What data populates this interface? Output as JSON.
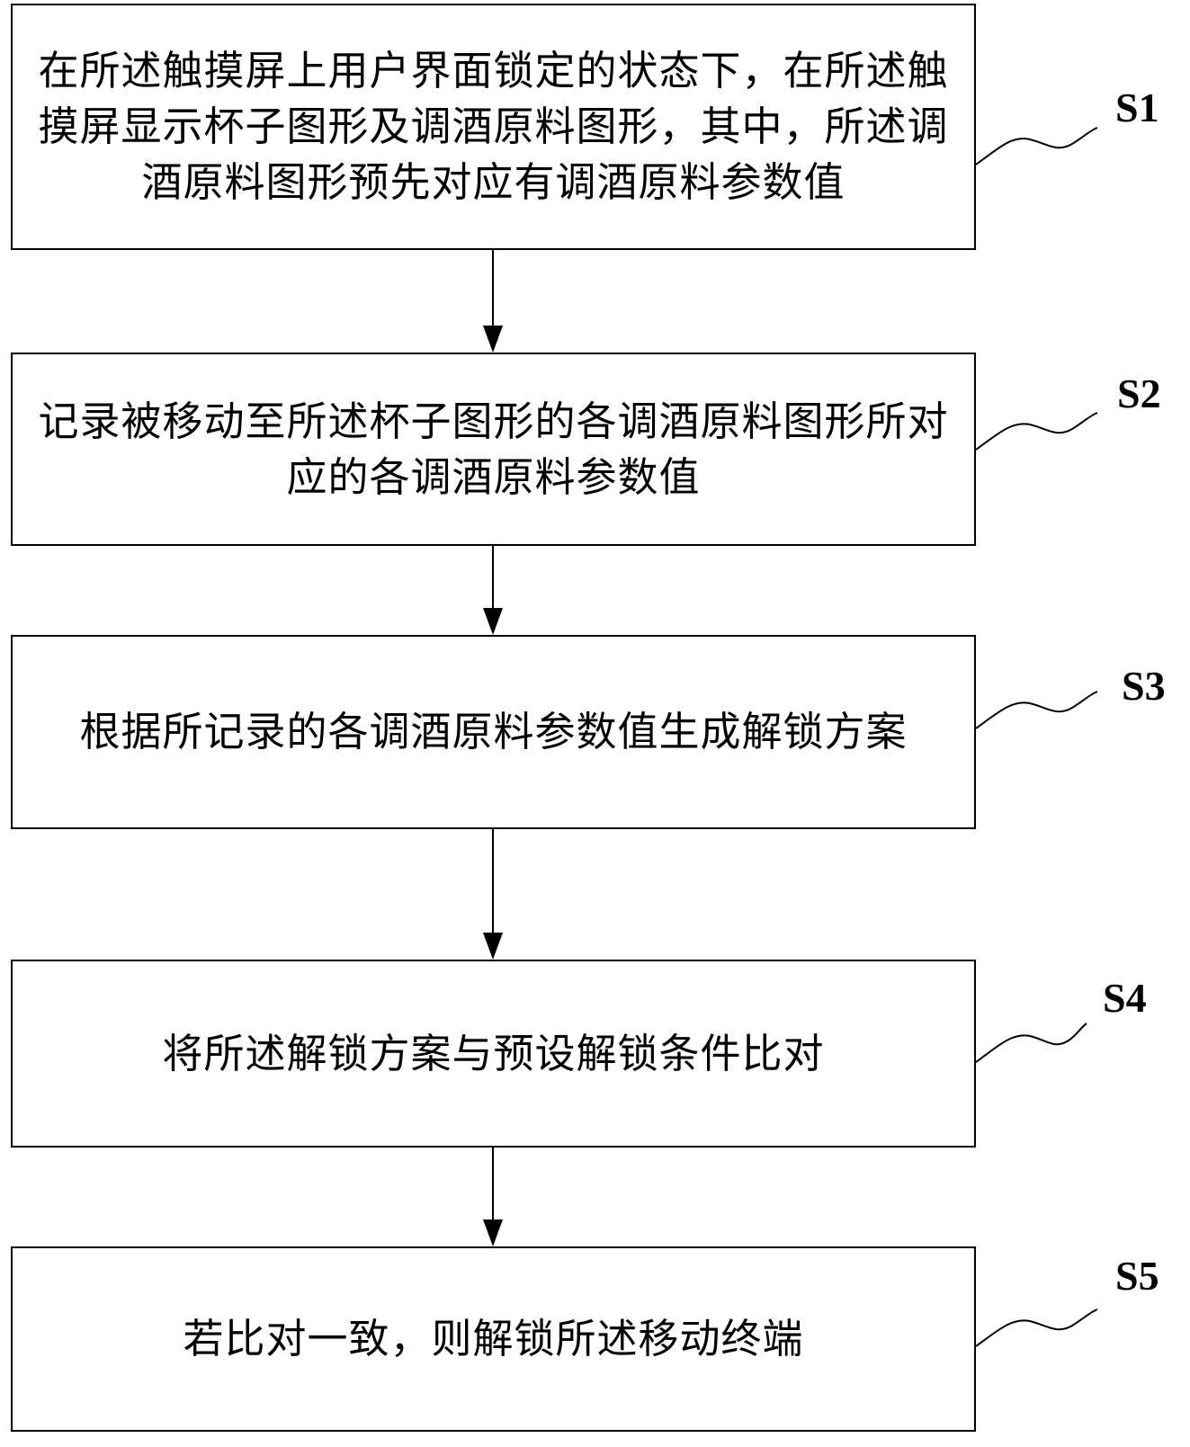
{
  "steps": [
    {
      "label": "S1",
      "text": "在所述触摸屏上用户界面锁定的状态下，在所述触摸屏显示杯子图形及调酒原料图形，其中，所述调酒原料图形预先对应有调酒原料参数值"
    },
    {
      "label": "S2",
      "text": "记录被移动至所述杯子图形的各调酒原料图形所对应的各调酒原料参数值"
    },
    {
      "label": "S3",
      "text": "根据所记录的各调酒原料参数值生成解锁方案"
    },
    {
      "label": "S4",
      "text": "将所述解锁方案与预设解锁条件比对"
    },
    {
      "label": "S5",
      "text": "若比对一致，则解锁所述移动终端"
    }
  ]
}
